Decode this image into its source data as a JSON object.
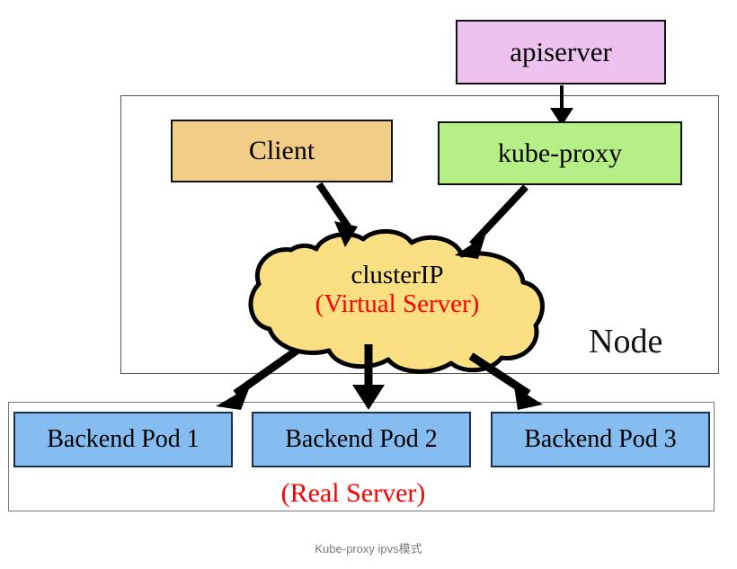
{
  "diagram": {
    "caption": "Kube-proxy ipvs模式",
    "containers": {
      "node": {
        "label": "Node"
      },
      "pods_group": {
        "label": "(Real Server)"
      }
    },
    "nodes": [
      {
        "id": "apiserver",
        "label": "apiserver",
        "fill": "#eec2ef",
        "stroke": "#111111",
        "shape": "rect"
      },
      {
        "id": "client",
        "label": "Client",
        "fill": "#f2cd87",
        "stroke": "#111111",
        "shape": "rect"
      },
      {
        "id": "kube-proxy",
        "label": "kube-proxy",
        "fill": "#b6ef85",
        "stroke": "#111111",
        "shape": "rect"
      },
      {
        "id": "clusterip",
        "label": "clusterIP",
        "sublabel": "(Virtual Server)",
        "fill": "#fae082",
        "stroke": "#000000",
        "shape": "cloud",
        "sublabel_color": "#ff0000"
      },
      {
        "id": "pod1",
        "label": "Backend Pod 1",
        "fill": "#85bdf0",
        "stroke": "#1b2f55",
        "shape": "rect"
      },
      {
        "id": "pod2",
        "label": "Backend Pod 2",
        "fill": "#85bdf0",
        "stroke": "#1b2f55",
        "shape": "rect"
      },
      {
        "id": "pod3",
        "label": "Backend Pod 3",
        "fill": "#85bdf0",
        "stroke": "#1b2f55",
        "shape": "rect"
      }
    ],
    "edges": [
      {
        "from": "apiserver",
        "to": "kube-proxy",
        "style": "thin-arrow"
      },
      {
        "from": "client",
        "to": "clusterip",
        "style": "thick-arrow"
      },
      {
        "from": "kube-proxy",
        "to": "clusterip",
        "style": "thick-arrow"
      },
      {
        "from": "clusterip",
        "to": "pod1",
        "style": "thick-arrow"
      },
      {
        "from": "clusterip",
        "to": "pod2",
        "style": "thick-arrow"
      },
      {
        "from": "clusterip",
        "to": "pod3",
        "style": "thick-arrow"
      }
    ],
    "colors": {
      "arrow": "#000000",
      "node_border": "#555555",
      "pods_border": "#777777",
      "caption_text": "#7a7a7a",
      "red_text": "#ff0000"
    }
  }
}
